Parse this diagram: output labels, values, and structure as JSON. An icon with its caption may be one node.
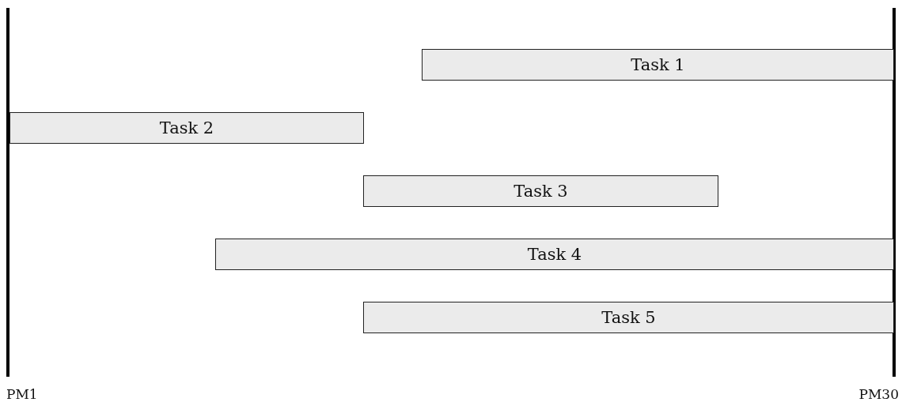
{
  "diagram": {
    "nodes": [
      {
        "text": [
          "Task 1"
        ]
      },
      {
        "text": [
          "Task 2"
        ]
      },
      {
        "text": [
          "Task 3"
        ]
      },
      {
        "text": [
          "Task 4"
        ]
      },
      {
        "text": [
          "Task 5"
        ]
      }
    ],
    "labels": [
      "PM1",
      "PM30"
    ]
  }
}
